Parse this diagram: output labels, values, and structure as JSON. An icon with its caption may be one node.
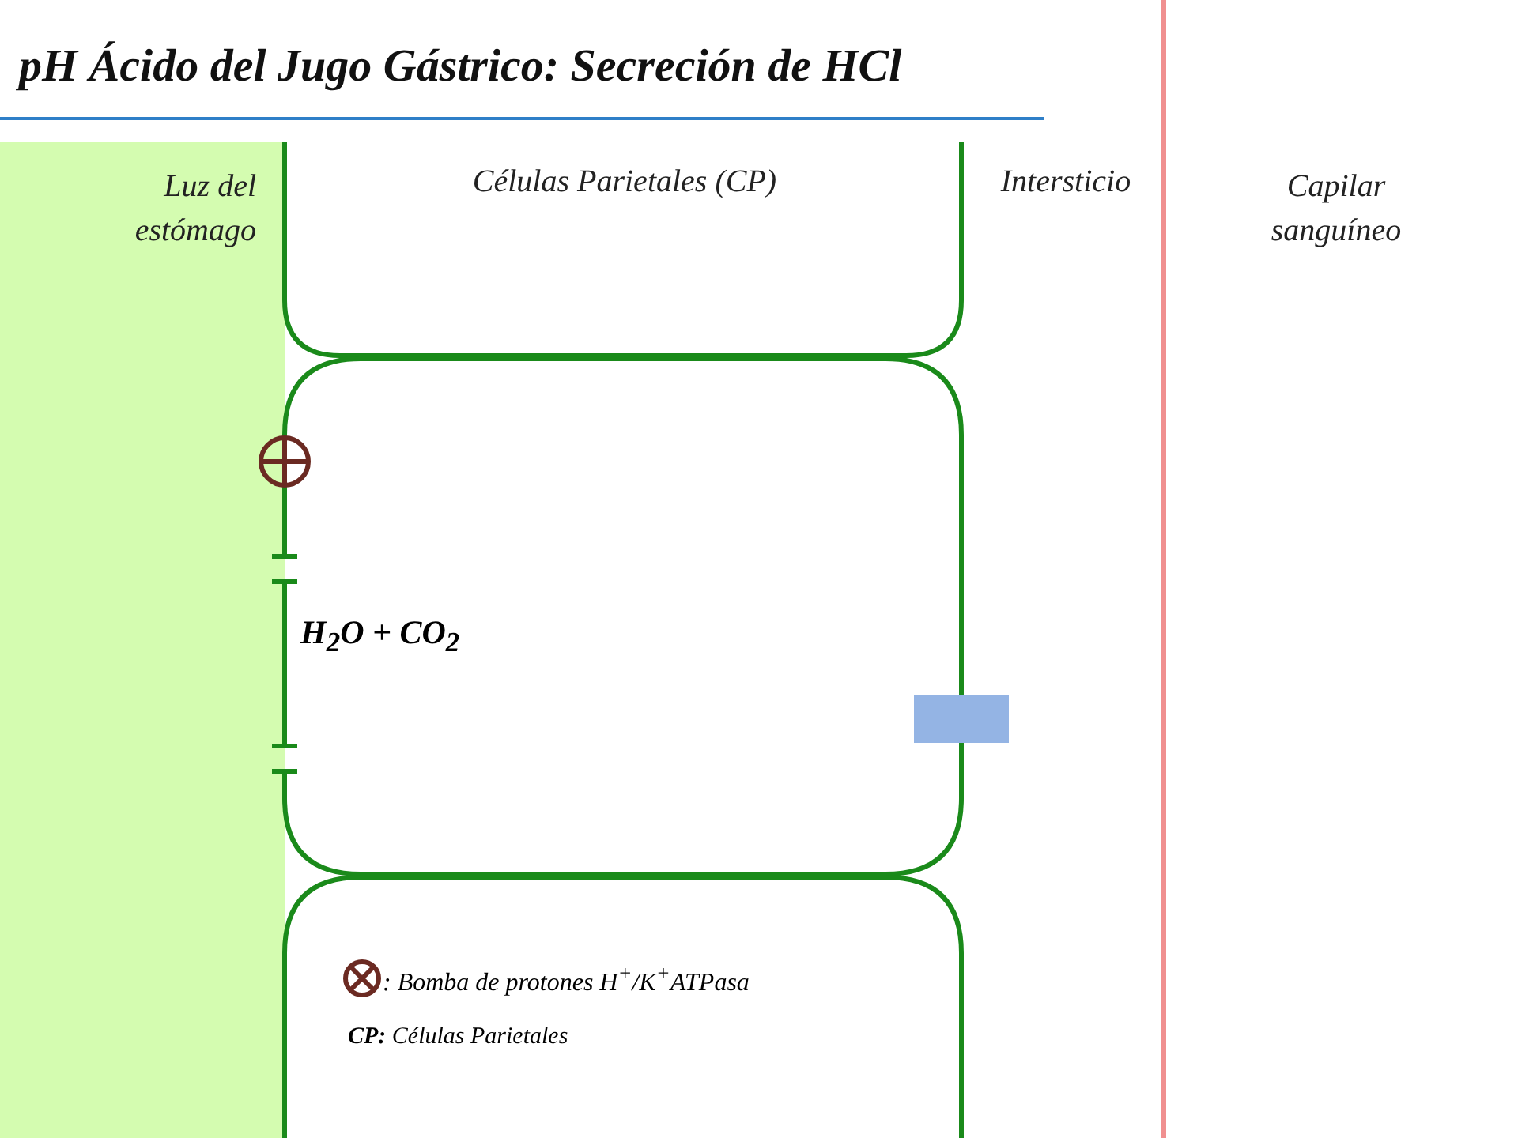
{
  "diagram": {
    "title": "pH Ácido del Jugo Gástrico: Secreción de HCl",
    "labels": [
      "Luz del estómago",
      "Células Parietales (CP)",
      "Intersticio",
      "Capilar sanguíneo",
      "H$_{2}$O + CO$_{2}$",
      "**CP:** Células Parietales"
    ],
    "legend": [
      {
        "text": ": Bomba de protones H$^{+}$/K$^{+}$ATPasa"
      }
    ]
  }
}
